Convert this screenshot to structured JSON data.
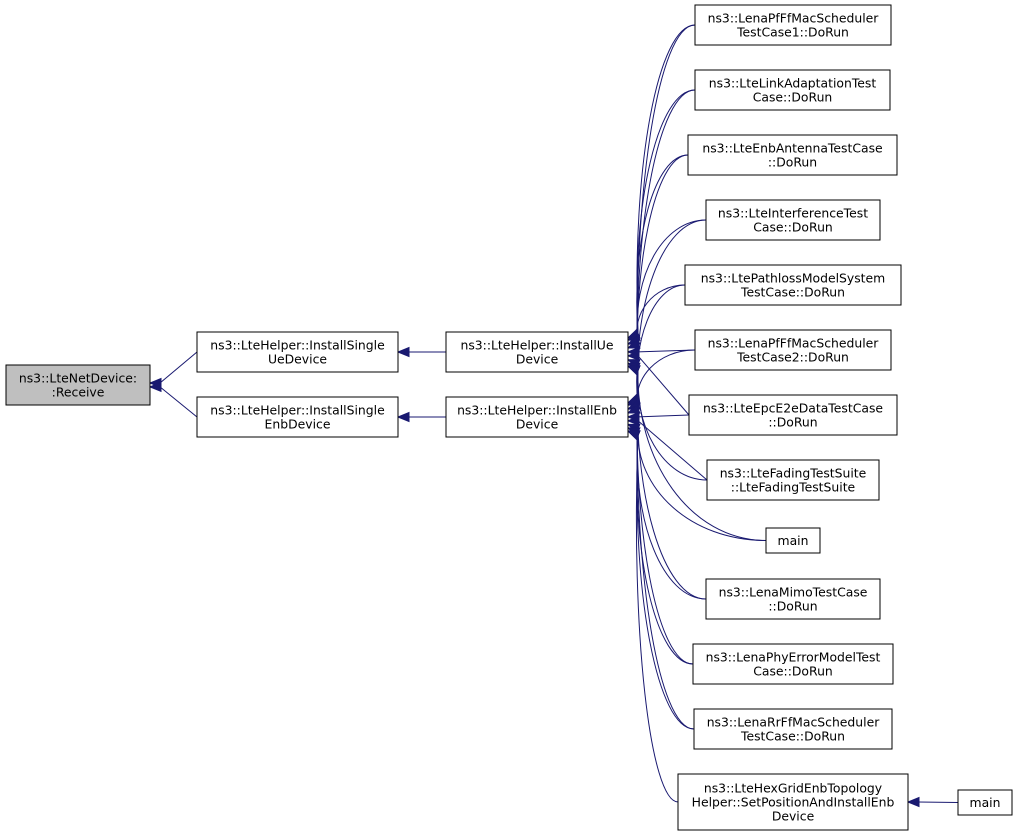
{
  "graph": {
    "colors": {
      "edge": "#191970",
      "node_border": "#000000",
      "root_fill": "#bfbfbf",
      "node_fill": "#ffffff"
    },
    "nodes": {
      "receive": {
        "lines": [
          "ns3::LteNetDevice:",
          ":Receive"
        ],
        "root": true
      },
      "install_single_ue": {
        "lines": [
          "ns3::LteHelper::InstallSingle",
          "UeDevice"
        ]
      },
      "install_single_enb": {
        "lines": [
          "ns3::LteHelper::InstallSingle",
          "EnbDevice"
        ]
      },
      "install_ue": {
        "lines": [
          "ns3::LteHelper::InstallUe",
          "Device"
        ]
      },
      "install_enb": {
        "lines": [
          "ns3::LteHelper::InstallEnb",
          "Device"
        ]
      },
      "pf_tc1": {
        "lines": [
          "ns3::LenaPfFfMacScheduler",
          "TestCase1::DoRun"
        ]
      },
      "link_adapt": {
        "lines": [
          "ns3::LteLinkAdaptationTest",
          "Case::DoRun"
        ]
      },
      "enb_antenna": {
        "lines": [
          "ns3::LteEnbAntennaTestCase",
          "::DoRun"
        ]
      },
      "interference": {
        "lines": [
          "ns3::LteInterferenceTest",
          "Case::DoRun"
        ]
      },
      "pathloss": {
        "lines": [
          "ns3::LtePathlossModelSystem",
          "TestCase::DoRun"
        ]
      },
      "pf_tc2": {
        "lines": [
          "ns3::LenaPfFfMacScheduler",
          "TestCase2::DoRun"
        ]
      },
      "epc_e2e": {
        "lines": [
          "ns3::LteEpcE2eDataTestCase",
          "::DoRun"
        ]
      },
      "fading": {
        "lines": [
          "ns3::LteFadingTestSuite",
          "::LteFadingTestSuite"
        ]
      },
      "main1": {
        "lines": [
          "main"
        ]
      },
      "mimo": {
        "lines": [
          "ns3::LenaMimoTestCase",
          "::DoRun"
        ]
      },
      "phy_error": {
        "lines": [
          "ns3::LenaPhyErrorModelTest",
          "Case::DoRun"
        ]
      },
      "rr": {
        "lines": [
          "ns3::LenaRrFfMacScheduler",
          "TestCase::DoRun"
        ]
      },
      "hexgrid": {
        "lines": [
          "ns3::LteHexGridEnbTopology",
          "Helper::SetPositionAndInstallEnb",
          "Device"
        ]
      },
      "main2": {
        "lines": [
          "main"
        ]
      }
    },
    "edges": [
      {
        "from": "install_single_ue",
        "to": "receive"
      },
      {
        "from": "install_single_enb",
        "to": "receive"
      },
      {
        "from": "install_ue",
        "to": "install_single_ue"
      },
      {
        "from": "install_enb",
        "to": "install_single_enb"
      },
      {
        "from": "pf_tc1",
        "to": "install_ue"
      },
      {
        "from": "link_adapt",
        "to": "install_ue"
      },
      {
        "from": "enb_antenna",
        "to": "install_ue"
      },
      {
        "from": "interference",
        "to": "install_ue"
      },
      {
        "from": "pathloss",
        "to": "install_ue"
      },
      {
        "from": "pf_tc2",
        "to": "install_ue"
      },
      {
        "from": "epc_e2e",
        "to": "install_ue"
      },
      {
        "from": "fading",
        "to": "install_ue"
      },
      {
        "from": "main1",
        "to": "install_ue"
      },
      {
        "from": "mimo",
        "to": "install_ue"
      },
      {
        "from": "phy_error",
        "to": "install_ue"
      },
      {
        "from": "rr",
        "to": "install_ue"
      },
      {
        "from": "pf_tc1",
        "to": "install_enb"
      },
      {
        "from": "link_adapt",
        "to": "install_enb"
      },
      {
        "from": "enb_antenna",
        "to": "install_enb"
      },
      {
        "from": "interference",
        "to": "install_enb"
      },
      {
        "from": "pathloss",
        "to": "install_enb"
      },
      {
        "from": "pf_tc2",
        "to": "install_enb"
      },
      {
        "from": "epc_e2e",
        "to": "install_enb"
      },
      {
        "from": "fading",
        "to": "install_enb"
      },
      {
        "from": "main1",
        "to": "install_enb"
      },
      {
        "from": "mimo",
        "to": "install_enb"
      },
      {
        "from": "phy_error",
        "to": "install_enb"
      },
      {
        "from": "rr",
        "to": "install_enb"
      },
      {
        "from": "hexgrid",
        "to": "install_enb"
      },
      {
        "from": "main2",
        "to": "hexgrid"
      }
    ]
  }
}
